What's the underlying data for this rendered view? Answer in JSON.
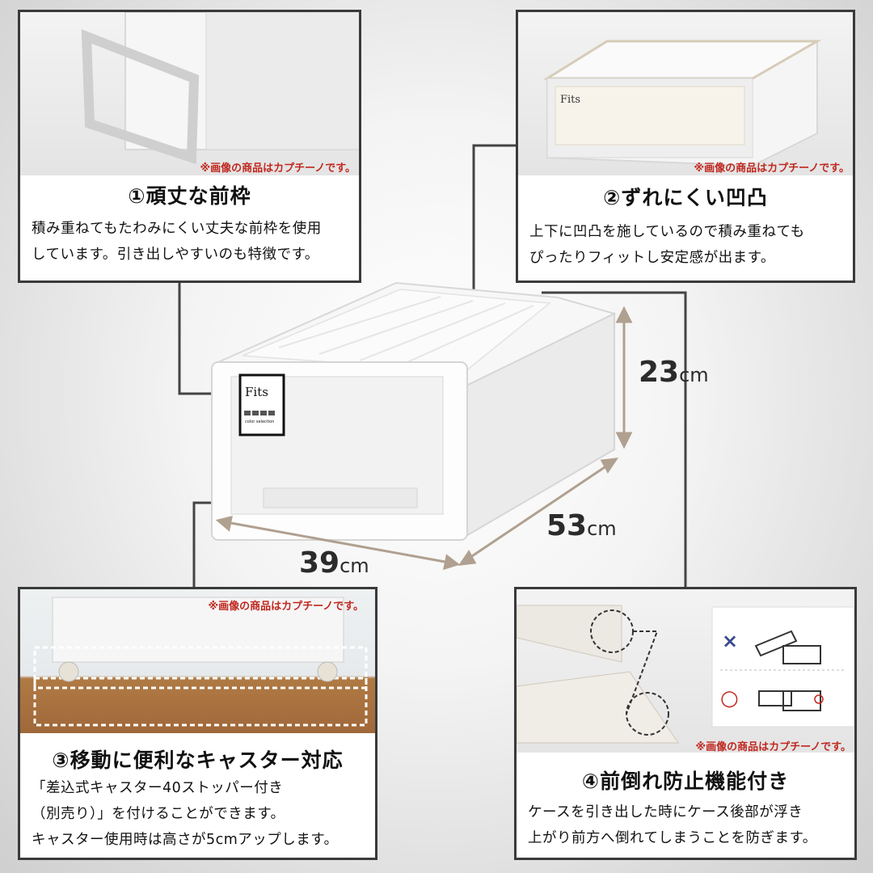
{
  "note_text": "※画像の商品はカプチーノです。",
  "panels": {
    "p1": {
      "title": "①頑丈な前枠",
      "lines": [
        "積み重ねてもたわみにくい丈夫な前枠を使用",
        "しています。引き出しやすいのも特徴です。"
      ]
    },
    "p2": {
      "title": "②ずれにくい凹凸",
      "lines": [
        "上下に凹凸を施しているので積み重ねても",
        "ぴったりフィットし安定感が出ます。"
      ]
    },
    "p3": {
      "title": "③移動に便利なキャスター対応",
      "lines": [
        "「差込式キャスター40ストッパー付き",
        "（別売り）」を付けることができます。",
        "キャスター使用時は高さが5cmアップします。"
      ]
    },
    "p4": {
      "title": "④前倒れ防止機能付き",
      "lines": [
        "ケースを引き出した時にケース後部が浮き",
        "上がり前方へ倒れてしまうことを防ぎます。"
      ],
      "bad_mark": "×",
      "good_mark": "○"
    }
  },
  "dimensions": {
    "height": {
      "value": "23",
      "unit": "cm"
    },
    "depth": {
      "value": "53",
      "unit": "cm"
    },
    "width": {
      "value": "39",
      "unit": "cm"
    }
  },
  "product": {
    "brand": "Fits",
    "sub": "color selection"
  },
  "colors": {
    "frame": "#3a3a3a",
    "arrow": "#b0a090",
    "note": "#c0281f"
  }
}
